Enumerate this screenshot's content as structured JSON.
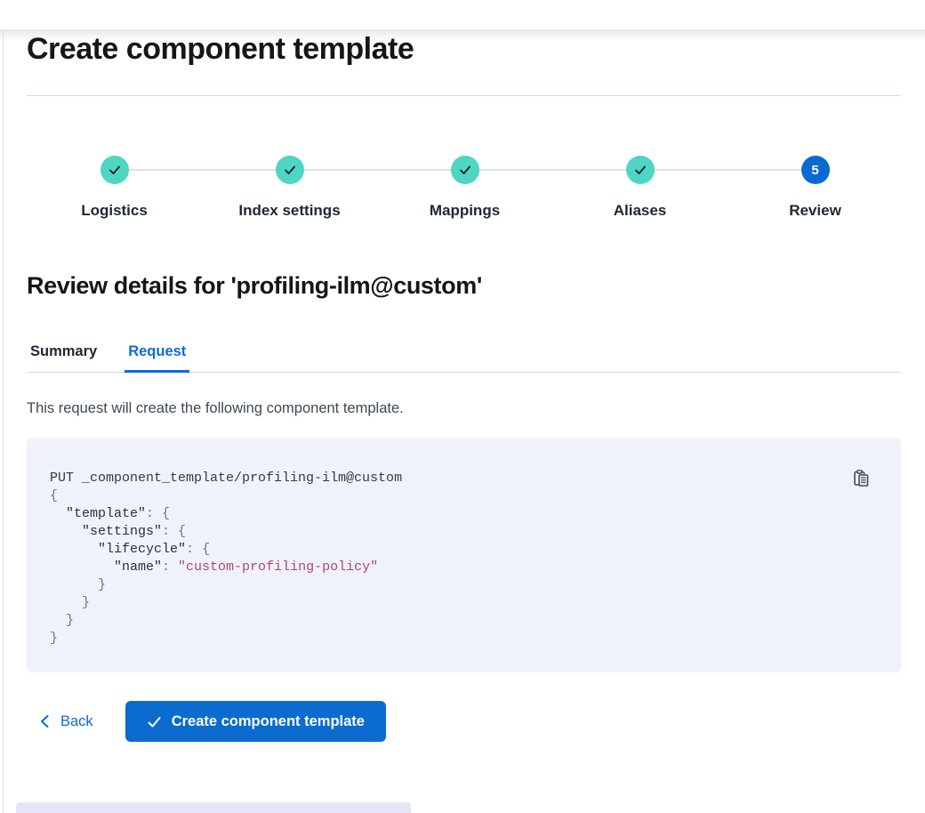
{
  "page": {
    "title": "Create component template"
  },
  "stepper": {
    "steps": [
      {
        "label": "Logistics",
        "status": "complete"
      },
      {
        "label": "Index settings",
        "status": "complete"
      },
      {
        "label": "Mappings",
        "status": "complete"
      },
      {
        "label": "Aliases",
        "status": "complete"
      },
      {
        "label": "Review",
        "status": "current",
        "number": "5"
      }
    ]
  },
  "review": {
    "heading": "Review details for 'profiling-ilm@custom'",
    "tabs": [
      {
        "label": "Summary",
        "active": false
      },
      {
        "label": "Request",
        "active": true
      }
    ],
    "description": "This request will create the following component template."
  },
  "code": {
    "copy_icon": "copy-clipboard-icon",
    "lines": [
      [
        {
          "t": "PUT _component_template/profiling-ilm@custom",
          "c": "plain"
        }
      ],
      [
        {
          "t": "{",
          "c": "punc"
        }
      ],
      [
        {
          "t": "  ",
          "c": "plain"
        },
        {
          "t": "\"template\"",
          "c": "key"
        },
        {
          "t": ": ",
          "c": "punc"
        },
        {
          "t": "{",
          "c": "punc"
        }
      ],
      [
        {
          "t": "    ",
          "c": "plain"
        },
        {
          "t": "\"settings\"",
          "c": "key"
        },
        {
          "t": ": ",
          "c": "punc"
        },
        {
          "t": "{",
          "c": "punc"
        }
      ],
      [
        {
          "t": "      ",
          "c": "plain"
        },
        {
          "t": "\"lifecycle\"",
          "c": "key"
        },
        {
          "t": ": ",
          "c": "punc"
        },
        {
          "t": "{",
          "c": "punc"
        }
      ],
      [
        {
          "t": "        ",
          "c": "plain"
        },
        {
          "t": "\"name\"",
          "c": "key"
        },
        {
          "t": ": ",
          "c": "punc"
        },
        {
          "t": "\"custom-profiling-policy\"",
          "c": "str"
        }
      ],
      [
        {
          "t": "      }",
          "c": "punc"
        }
      ],
      [
        {
          "t": "    }",
          "c": "punc"
        }
      ],
      [
        {
          "t": "  }",
          "c": "punc"
        }
      ],
      [
        {
          "t": "}",
          "c": "punc"
        }
      ]
    ]
  },
  "footer": {
    "back_label": "Back",
    "submit_label": "Create component template"
  },
  "colors": {
    "primary_blue": "#0b6bd8",
    "button_blue": "#0b6bce",
    "step_complete_teal": "#4fd5c4",
    "code_background": "#eff2fa",
    "code_string": "#ab4876",
    "divider": "#d3dae6",
    "bottom_bar_edge": "#e2e6f5"
  }
}
